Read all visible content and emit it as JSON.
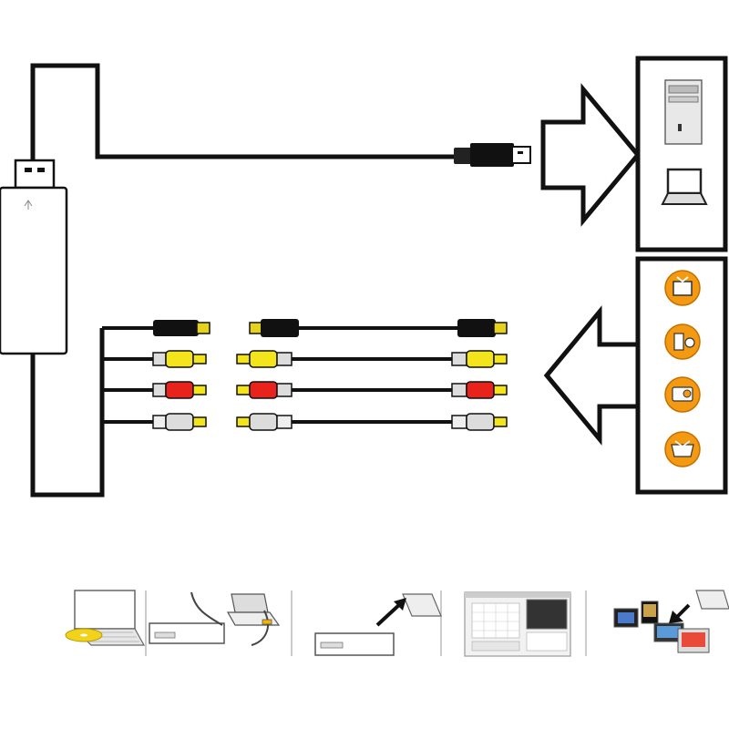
{
  "colors": {
    "line": "#111111",
    "background": "#ffffff",
    "rca_yellow": "#f4e41c",
    "rca_red": "#e8231b",
    "rca_white": "#dcdcdc",
    "icon_orange": "#f39a12",
    "svideo_tip": "#e6d21a"
  },
  "watermark": "",
  "computer_targets": [
    {
      "icon": "tower-pc-icon"
    },
    {
      "icon": "laptop-icon"
    }
  ],
  "video_sources": [
    {
      "icon": "tv-icon"
    },
    {
      "icon": "camcorder-icon"
    },
    {
      "icon": "dvd-player-icon"
    },
    {
      "icon": "game-console-icon"
    }
  ],
  "cables": [
    {
      "kind": "s-video",
      "plug_color": "svideo_tip"
    },
    {
      "kind": "rca",
      "plug_color": "rca_yellow"
    },
    {
      "kind": "rca",
      "plug_color": "rca_red"
    },
    {
      "kind": "rca",
      "plug_color": "rca_white"
    }
  ],
  "steps": [
    {
      "icon": "install-software-icon"
    },
    {
      "icon": "connect-devices-icon"
    },
    {
      "icon": "plug-into-usb-icon"
    },
    {
      "icon": "capture-software-icon"
    },
    {
      "icon": "export-to-devices-icon"
    }
  ]
}
